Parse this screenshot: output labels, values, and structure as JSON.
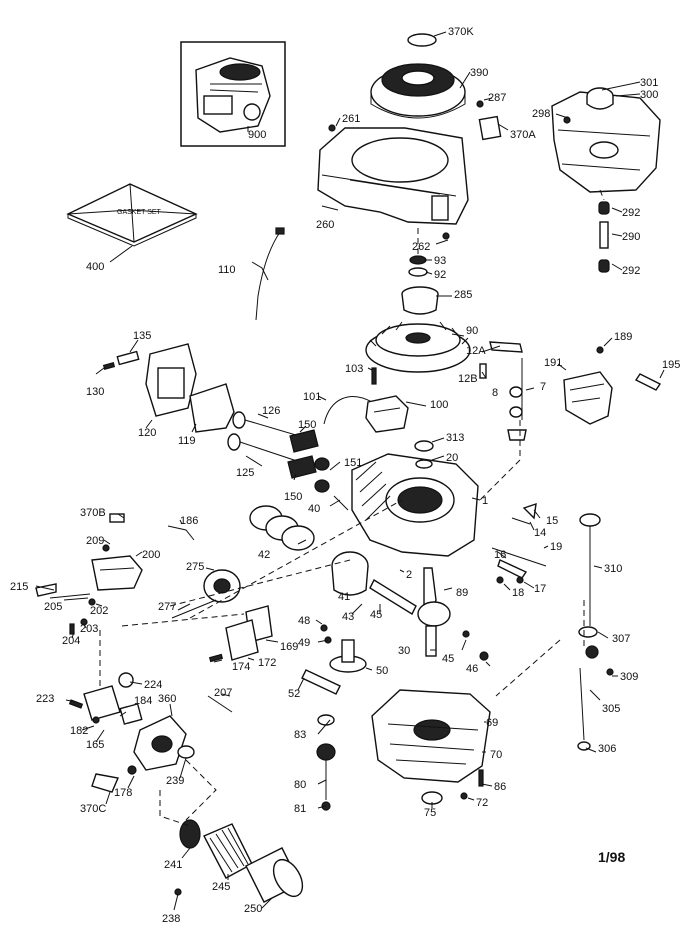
{
  "date_code": "1/98",
  "gasket_set_label": "GASKET SET",
  "labels": [
    {
      "id": "370K",
      "text": "370K"
    },
    {
      "id": "390",
      "text": "390"
    },
    {
      "id": "287",
      "text": "287"
    },
    {
      "id": "370A",
      "text": "370A"
    },
    {
      "id": "261",
      "text": "261"
    },
    {
      "id": "260",
      "text": "260"
    },
    {
      "id": "262",
      "text": "262"
    },
    {
      "id": "900",
      "text": "900"
    },
    {
      "id": "400",
      "text": "400"
    },
    {
      "id": "301",
      "text": "301"
    },
    {
      "id": "300",
      "text": "300"
    },
    {
      "id": "298",
      "text": "298"
    },
    {
      "id": "292a",
      "text": "292"
    },
    {
      "id": "290",
      "text": "290"
    },
    {
      "id": "292b",
      "text": "292"
    },
    {
      "id": "110",
      "text": "110"
    },
    {
      "id": "93",
      "text": "93"
    },
    {
      "id": "92",
      "text": "92"
    },
    {
      "id": "285",
      "text": "285"
    },
    {
      "id": "90",
      "text": "90"
    },
    {
      "id": "12A",
      "text": "12A"
    },
    {
      "id": "12B",
      "text": "12B"
    },
    {
      "id": "7",
      "text": "7"
    },
    {
      "id": "8",
      "text": "8"
    },
    {
      "id": "189",
      "text": "189"
    },
    {
      "id": "191",
      "text": "191"
    },
    {
      "id": "195",
      "text": "195"
    },
    {
      "id": "135",
      "text": "135"
    },
    {
      "id": "130",
      "text": "130"
    },
    {
      "id": "120",
      "text": "120"
    },
    {
      "id": "119",
      "text": "119"
    },
    {
      "id": "103",
      "text": "103"
    },
    {
      "id": "101",
      "text": "101"
    },
    {
      "id": "100",
      "text": "100"
    },
    {
      "id": "126",
      "text": "126"
    },
    {
      "id": "150a",
      "text": "150"
    },
    {
      "id": "125",
      "text": "125"
    },
    {
      "id": "150b",
      "text": "150"
    },
    {
      "id": "151",
      "text": "151"
    },
    {
      "id": "313",
      "text": "313"
    },
    {
      "id": "20",
      "text": "20"
    },
    {
      "id": "40",
      "text": "40"
    },
    {
      "id": "1",
      "text": "1"
    },
    {
      "id": "15",
      "text": "15"
    },
    {
      "id": "14",
      "text": "14"
    },
    {
      "id": "19",
      "text": "19"
    },
    {
      "id": "16",
      "text": "16"
    },
    {
      "id": "17",
      "text": "17"
    },
    {
      "id": "18",
      "text": "18"
    },
    {
      "id": "310",
      "text": "310"
    },
    {
      "id": "370B",
      "text": "370B"
    },
    {
      "id": "186",
      "text": "186"
    },
    {
      "id": "209",
      "text": "209"
    },
    {
      "id": "200",
      "text": "200"
    },
    {
      "id": "42",
      "text": "42"
    },
    {
      "id": "275",
      "text": "275"
    },
    {
      "id": "215",
      "text": "215"
    },
    {
      "id": "205",
      "text": "205"
    },
    {
      "id": "202",
      "text": "202"
    },
    {
      "id": "203",
      "text": "203"
    },
    {
      "id": "204",
      "text": "204"
    },
    {
      "id": "277",
      "text": "277"
    },
    {
      "id": "2",
      "text": "2"
    },
    {
      "id": "41",
      "text": "41"
    },
    {
      "id": "43",
      "text": "43"
    },
    {
      "id": "45a",
      "text": "45"
    },
    {
      "id": "89",
      "text": "89"
    },
    {
      "id": "169",
      "text": "169"
    },
    {
      "id": "172",
      "text": "172"
    },
    {
      "id": "174",
      "text": "174"
    },
    {
      "id": "48",
      "text": "48"
    },
    {
      "id": "49",
      "text": "49"
    },
    {
      "id": "30",
      "text": "30"
    },
    {
      "id": "45b",
      "text": "45"
    },
    {
      "id": "46",
      "text": "46"
    },
    {
      "id": "307",
      "text": "307"
    },
    {
      "id": "309",
      "text": "309"
    },
    {
      "id": "50",
      "text": "50"
    },
    {
      "id": "224",
      "text": "224"
    },
    {
      "id": "223",
      "text": "223"
    },
    {
      "id": "207",
      "text": "207"
    },
    {
      "id": "182",
      "text": "182"
    },
    {
      "id": "184",
      "text": "184"
    },
    {
      "id": "360",
      "text": "360"
    },
    {
      "id": "52",
      "text": "52"
    },
    {
      "id": "165",
      "text": "165"
    },
    {
      "id": "305",
      "text": "305"
    },
    {
      "id": "69",
      "text": "69"
    },
    {
      "id": "83",
      "text": "83"
    },
    {
      "id": "70",
      "text": "70"
    },
    {
      "id": "306",
      "text": "306"
    },
    {
      "id": "178",
      "text": "178"
    },
    {
      "id": "239",
      "text": "239"
    },
    {
      "id": "80",
      "text": "80"
    },
    {
      "id": "370C",
      "text": "370C"
    },
    {
      "id": "86",
      "text": "86"
    },
    {
      "id": "81",
      "text": "81"
    },
    {
      "id": "75",
      "text": "75"
    },
    {
      "id": "72",
      "text": "72"
    },
    {
      "id": "241",
      "text": "241"
    },
    {
      "id": "245",
      "text": "245"
    },
    {
      "id": "238",
      "text": "238"
    },
    {
      "id": "250",
      "text": "250"
    }
  ]
}
